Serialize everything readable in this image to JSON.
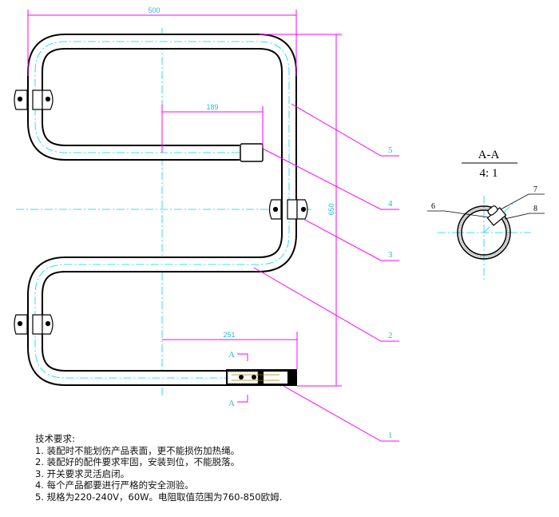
{
  "drawing": {
    "dimensions": {
      "width": "500",
      "height": "650",
      "upper_end": "189",
      "lower_end": "251"
    },
    "section_marks": {
      "top": "A",
      "bottom": "A"
    },
    "part_labels": [
      "1",
      "2",
      "3",
      "4",
      "5",
      "6",
      "7",
      "8"
    ],
    "section_view": {
      "title": "A-A",
      "scale": "4: 1"
    },
    "colors": {
      "outline": "#000000",
      "dimension": "#ff00ff",
      "centerline": "#00d0ff"
    }
  },
  "notes": {
    "title": "技术要求:",
    "items": [
      "1. 装配时不能划伤产品表面，更不能损伤加热绳。",
      "2. 装配好的配件要求牢固，安装到位，不能脱落。",
      "3. 开关要求灵活启闭。",
      "4. 每个产品都要进行严格的安全测验。",
      "5. 规格为220-240V，60W。电阻取值范围为760-850欧姆."
    ]
  }
}
